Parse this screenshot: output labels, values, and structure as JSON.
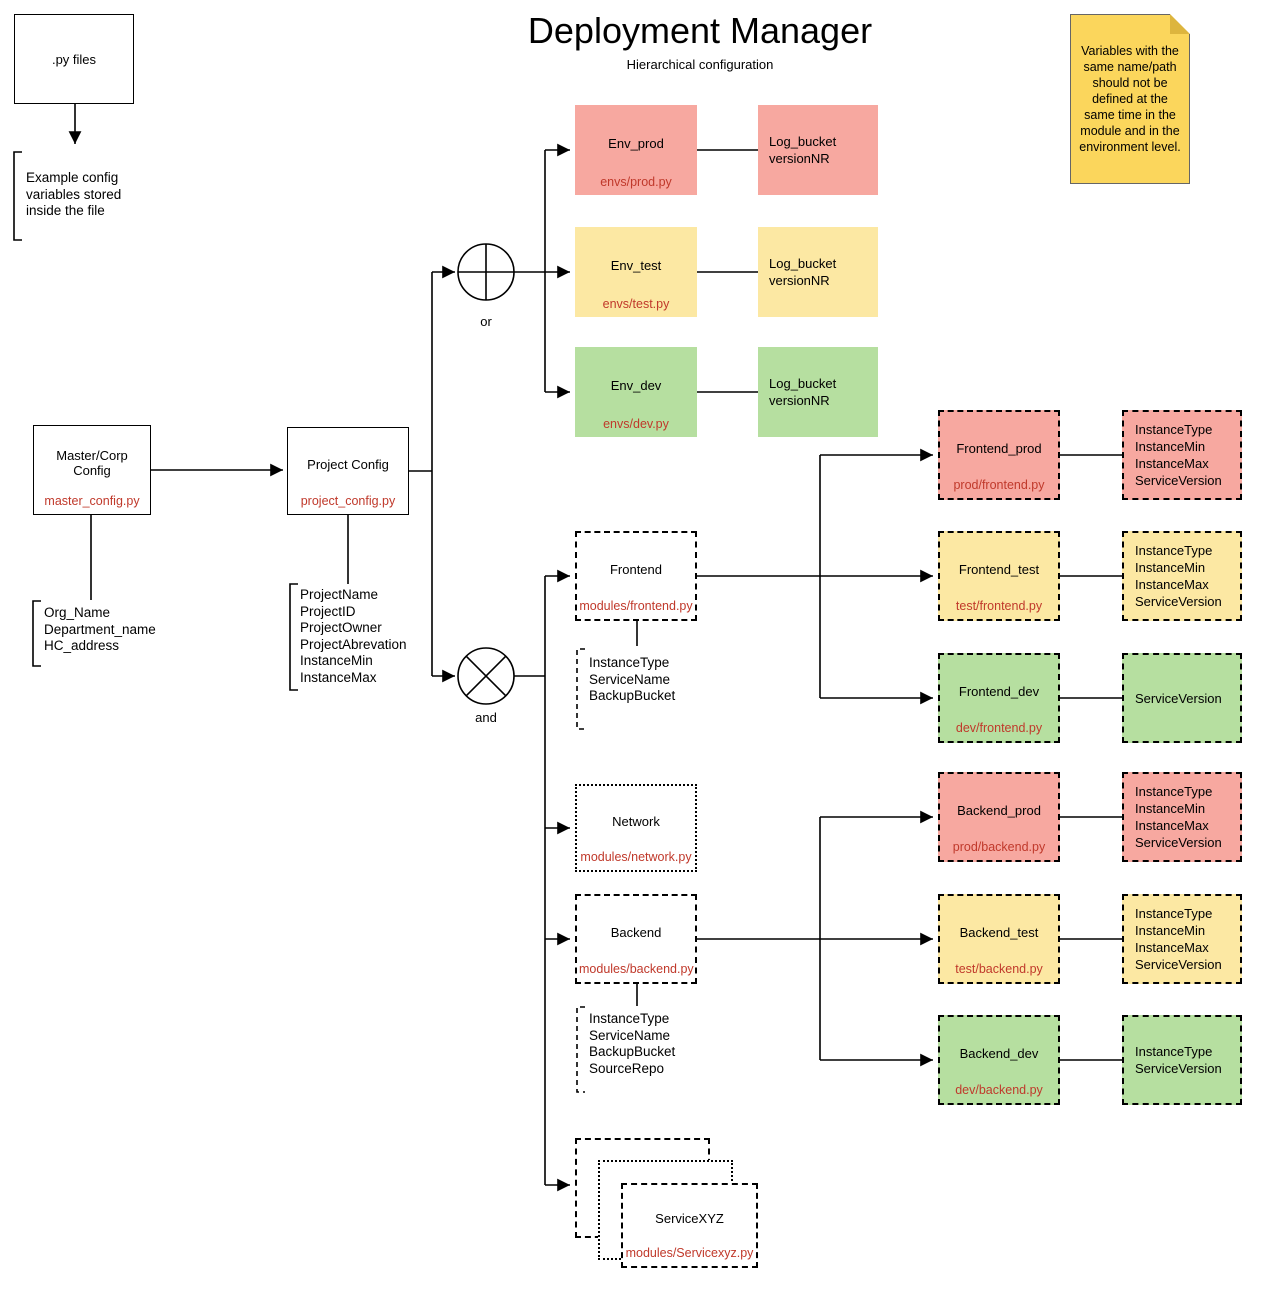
{
  "title": "Deployment Manager",
  "subtitle": "Hierarchical configuration",
  "colors": {
    "prod": "#F7A8A0",
    "test": "#FCE8A3",
    "dev": "#B6DFA0",
    "note": "#FBD65C",
    "note_fold": "#DDB53E",
    "path": "#C0392B"
  },
  "py_files": {
    "label": ".py files",
    "annotation": "Example config\nvariables stored\ninside the file"
  },
  "sticky_note": {
    "text": "Variables with the same name/path should not be defined at the same time in the module and in the environment level."
  },
  "gates": {
    "or_label": "or",
    "and_label": "and"
  },
  "master": {
    "label": "Master/Corp\nConfig",
    "path": "master_config.py",
    "vars": [
      "Org_Name",
      "Department_name",
      "HC_address"
    ]
  },
  "project": {
    "label": "Project Config",
    "path": "project_config.py",
    "vars": [
      "ProjectName",
      "ProjectID",
      "ProjectOwner",
      "ProjectAbrevation",
      "InstanceMin",
      "InstanceMax"
    ]
  },
  "environments": [
    {
      "label": "Env_prod",
      "path": "envs/prod.py",
      "bucket": [
        "Log_bucket",
        "versionNR"
      ]
    },
    {
      "label": "Env_test",
      "path": "envs/test.py",
      "bucket": [
        "Log_bucket",
        "versionNR"
      ]
    },
    {
      "label": "Env_dev",
      "path": "envs/dev.py",
      "bucket": [
        "Log_bucket",
        "versionNR"
      ]
    }
  ],
  "modules": {
    "frontend": {
      "label": "Frontend",
      "path": "modules/frontend.py",
      "vars": [
        "InstanceType",
        "ServiceName",
        "BackupBucket"
      ]
    },
    "network": {
      "label": "Network",
      "path": "modules/network.py"
    },
    "backend": {
      "label": "Backend",
      "path": "modules/backend.py",
      "vars": [
        "InstanceType",
        "ServiceName",
        "BackupBucket",
        "SourceRepo"
      ]
    },
    "servicexyz": {
      "label": "ServiceXYZ",
      "path": "modules/Servicexyz.py"
    }
  },
  "frontend_envs": [
    {
      "label": "Frontend_prod",
      "path": "prod/frontend.py",
      "vars": [
        "InstanceType",
        "InstanceMin",
        "InstanceMax",
        "ServiceVersion"
      ]
    },
    {
      "label": "Frontend_test",
      "path": "test/frontend.py",
      "vars": [
        "InstanceType",
        "InstanceMin",
        "InstanceMax",
        "ServiceVersion"
      ]
    },
    {
      "label": "Frontend_dev",
      "path": "dev/frontend.py",
      "vars": [
        "ServiceVersion"
      ]
    }
  ],
  "backend_envs": [
    {
      "label": "Backend_prod",
      "path": "prod/backend.py",
      "vars": [
        "InstanceType",
        "InstanceMin",
        "InstanceMax",
        "ServiceVersion"
      ]
    },
    {
      "label": "Backend_test",
      "path": "test/backend.py",
      "vars": [
        "InstanceType",
        "InstanceMin",
        "InstanceMax",
        "ServiceVersion"
      ]
    },
    {
      "label": "Backend_dev",
      "path": "dev/backend.py",
      "vars": [
        "InstanceType",
        "ServiceVersion"
      ]
    }
  ]
}
